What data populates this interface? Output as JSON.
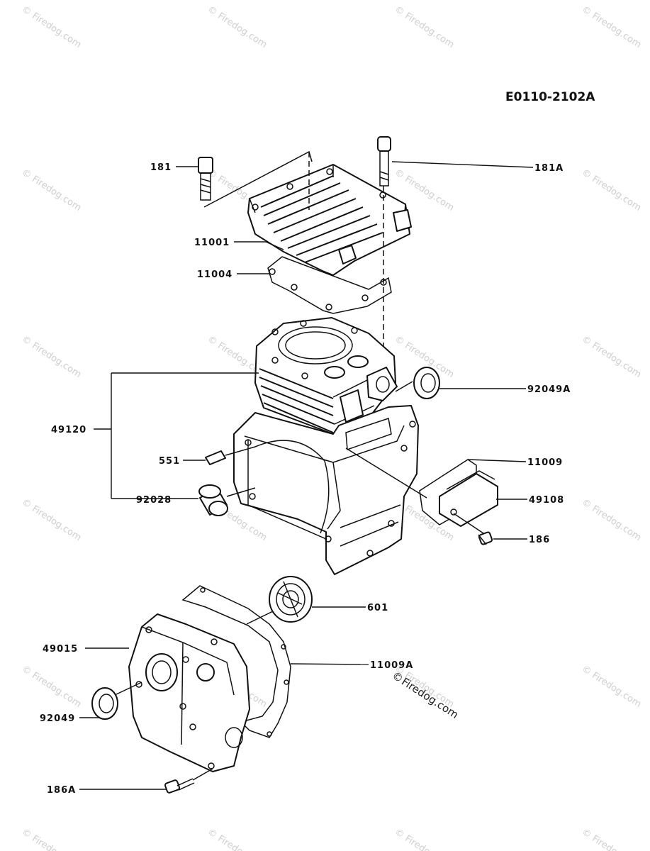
{
  "diagram_code": "E0110-2102A",
  "watermark": {
    "text": "Firedog.com",
    "symbol": "©",
    "inline_text": "Firedog.com"
  },
  "parts": [
    {
      "id": "181",
      "label": "181"
    },
    {
      "id": "181A",
      "label": "181A"
    },
    {
      "id": "11001",
      "label": "11001"
    },
    {
      "id": "11004",
      "label": "11004"
    },
    {
      "id": "92049A",
      "label": "92049A"
    },
    {
      "id": "49120",
      "label": "49120"
    },
    {
      "id": "551",
      "label": "551"
    },
    {
      "id": "11009",
      "label": "11009"
    },
    {
      "id": "49108",
      "label": "49108"
    },
    {
      "id": "92028",
      "label": "92028"
    },
    {
      "id": "186",
      "label": "186"
    },
    {
      "id": "601",
      "label": "601"
    },
    {
      "id": "49015",
      "label": "49015"
    },
    {
      "id": "11009A",
      "label": "11009A"
    },
    {
      "id": "92049",
      "label": "92049"
    },
    {
      "id": "186A",
      "label": "186A"
    }
  ]
}
